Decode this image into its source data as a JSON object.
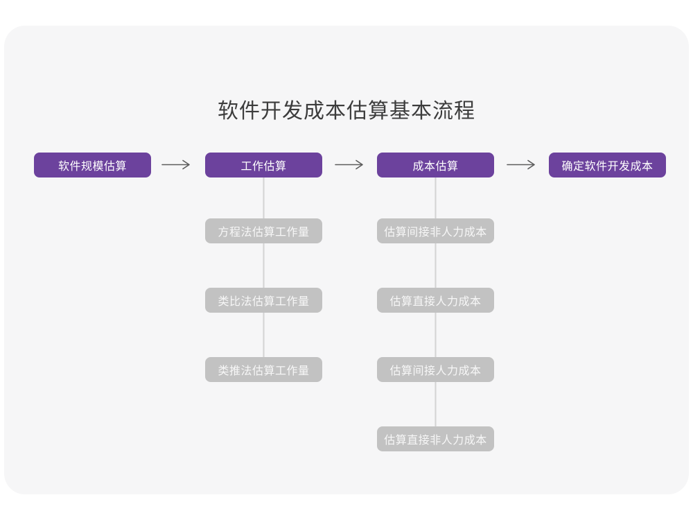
{
  "diagram": {
    "title": "软件开发成本估算基本流程",
    "colors": {
      "stage_fill": "#6c429d",
      "stage_text": "#ffffff",
      "sub_fill": "#c2c2c2",
      "sub_text": "#f7f7f7",
      "card_background": "#f6f6f7",
      "page_background": "#ffffff",
      "arrow": "#5c5c5c",
      "connector": "#d3d3d3",
      "title_text": "#3c3c3c"
    },
    "stages": [
      {
        "label": "软件规模估算"
      },
      {
        "label": "工作估算"
      },
      {
        "label": "成本估算"
      },
      {
        "label": "确定软件开发成本"
      }
    ],
    "work_methods": [
      "方程法估算工作量",
      "类比法估算工作量",
      "类推法估算工作量"
    ],
    "cost_items": [
      "估算间接非人力成本",
      "估算直接人力成本",
      "估算间接人力成本",
      "估算直接非人力成本"
    ]
  }
}
